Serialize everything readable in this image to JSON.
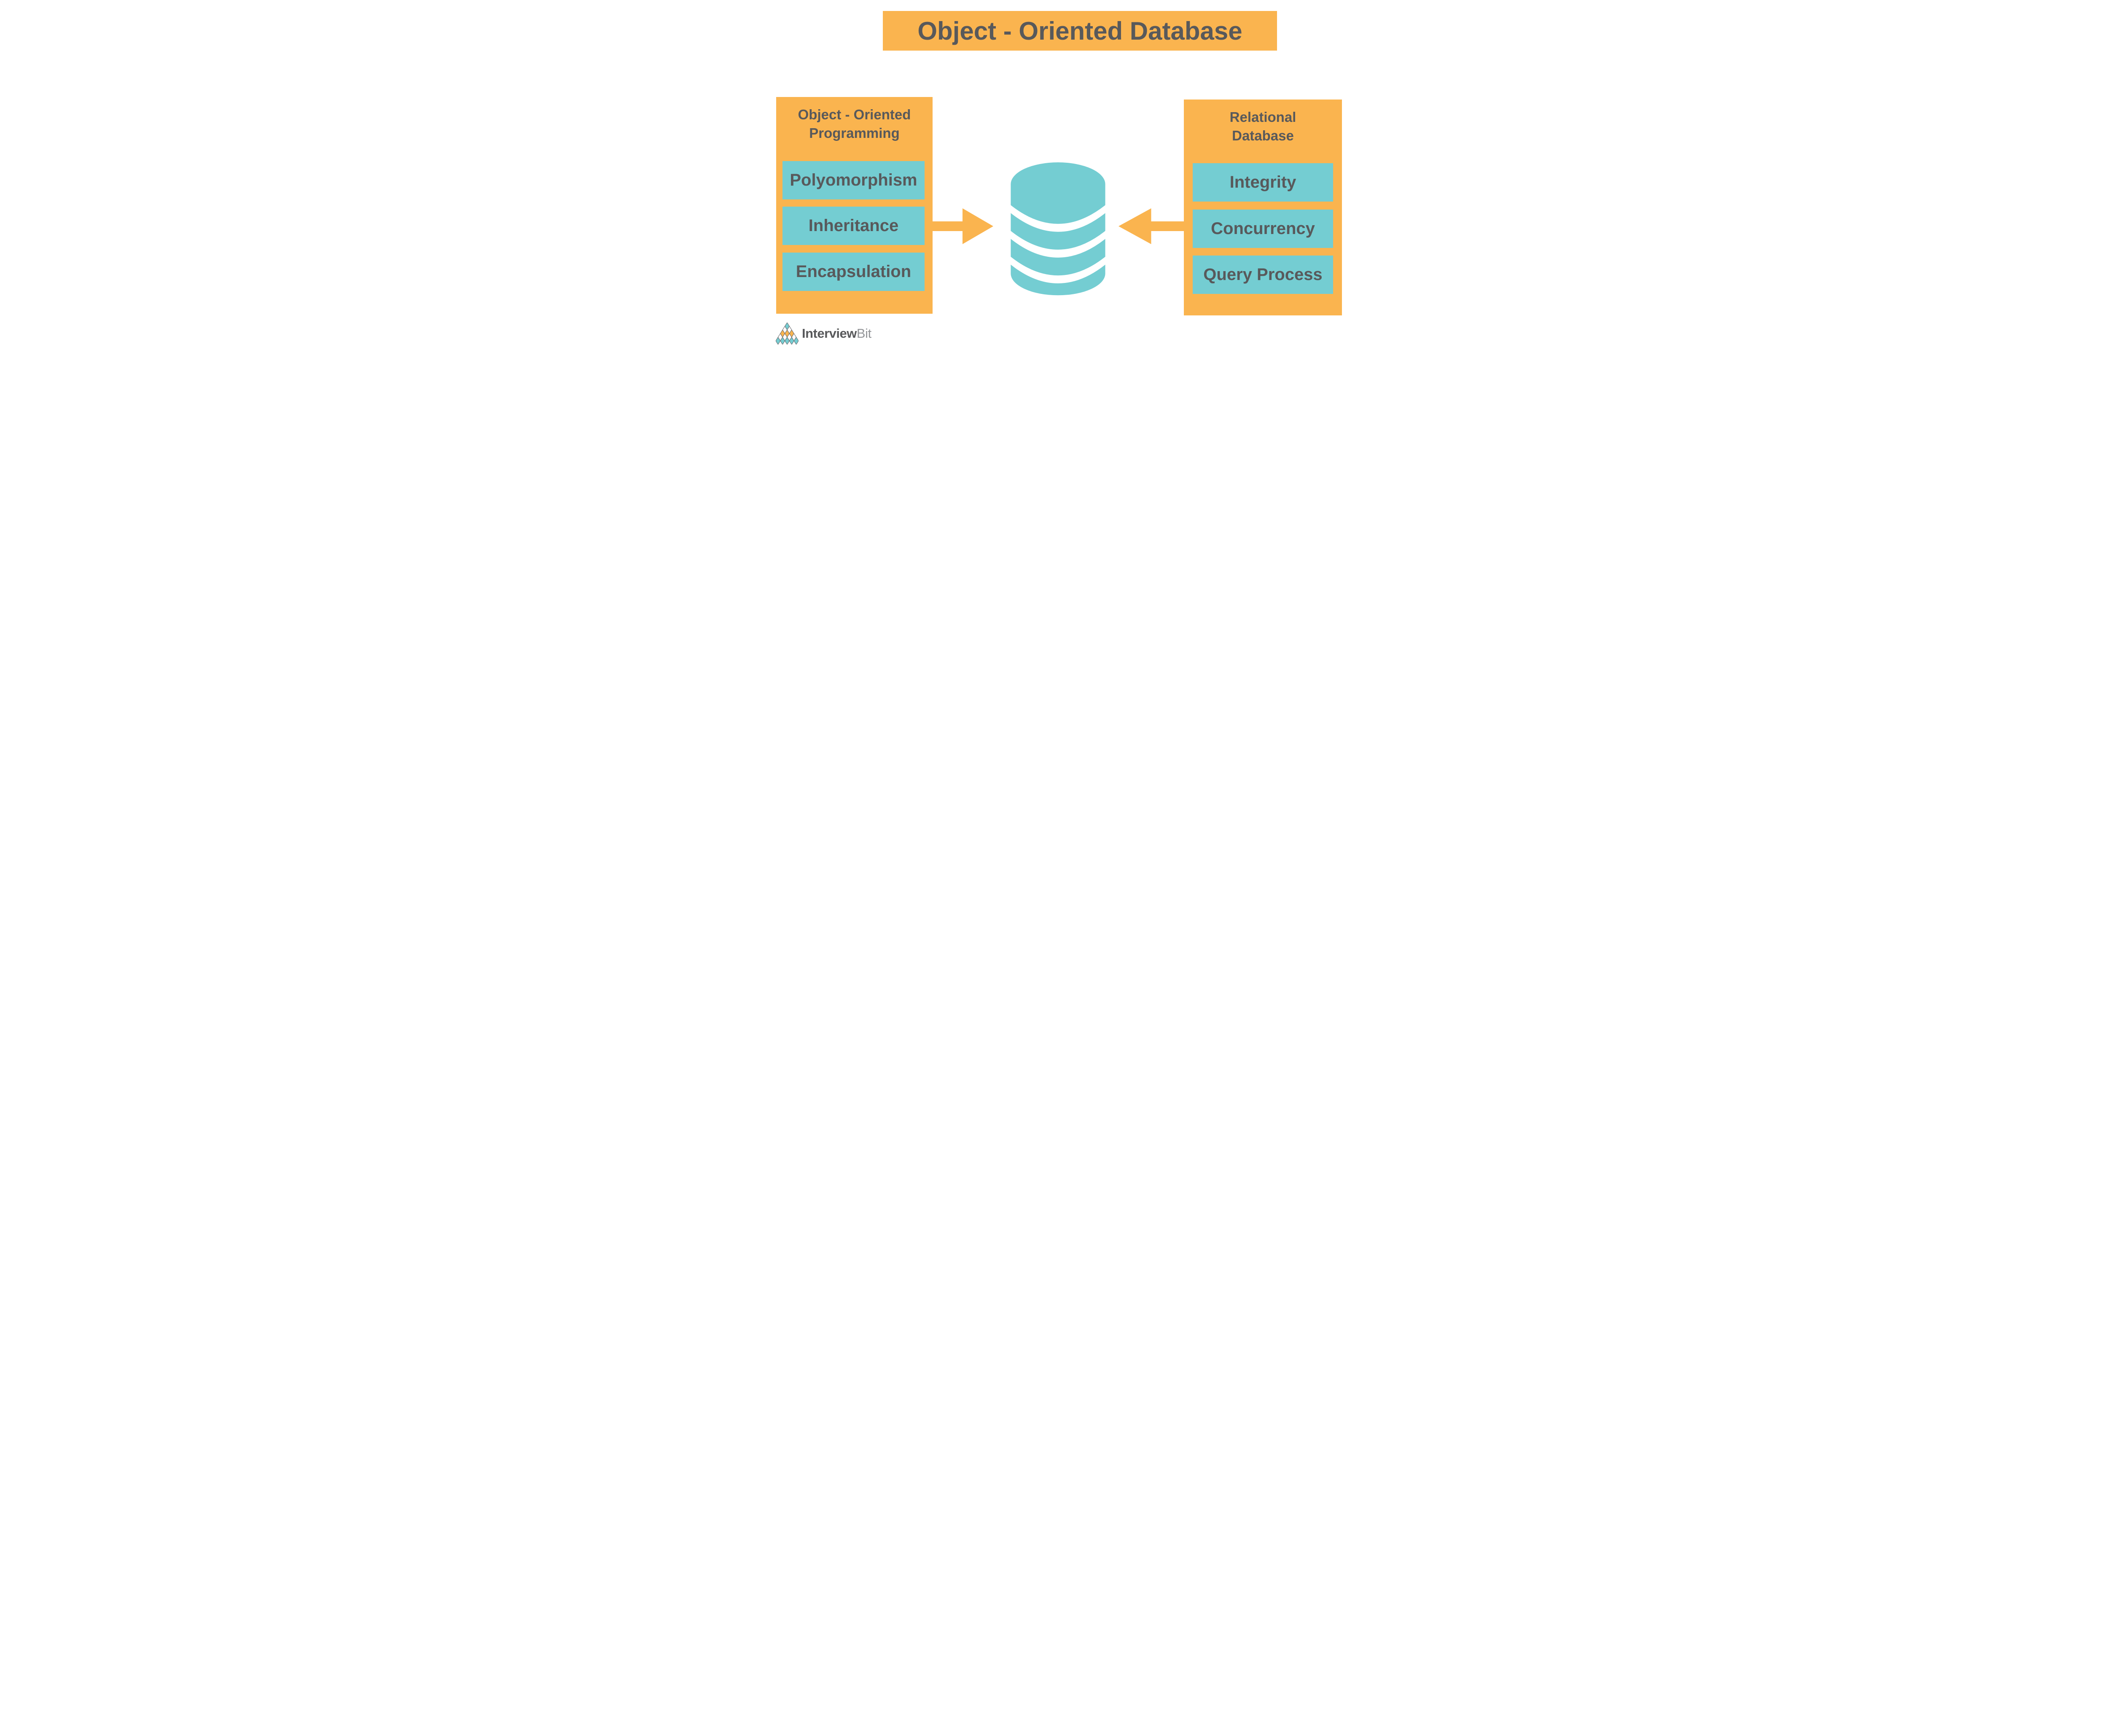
{
  "title": "Object - Oriented Database",
  "left_panel": {
    "heading_lines": [
      "Object - Oriented",
      "Programming"
    ],
    "items": [
      "Polyomorphism",
      "Inheritance",
      "Encapsulation"
    ]
  },
  "right_panel": {
    "heading_lines": [
      "Relational",
      "Database"
    ],
    "items": [
      "Integrity",
      "Concurrency",
      "Query Process"
    ]
  },
  "icons": {
    "center": "database-cylinder-icon",
    "left_arrow": "arrow-pointing-right-into-database",
    "right_arrow": "arrow-pointing-left-into-database",
    "logo": "diamond-pyramid-icon"
  },
  "logo": {
    "text_bold": "Interview",
    "text_light": "Bit"
  },
  "colors": {
    "orange": "#FAB44F",
    "teal": "#74CDD2",
    "text": "#58595B",
    "logo-light": "#939598",
    "bg": "#FFFFFF"
  }
}
